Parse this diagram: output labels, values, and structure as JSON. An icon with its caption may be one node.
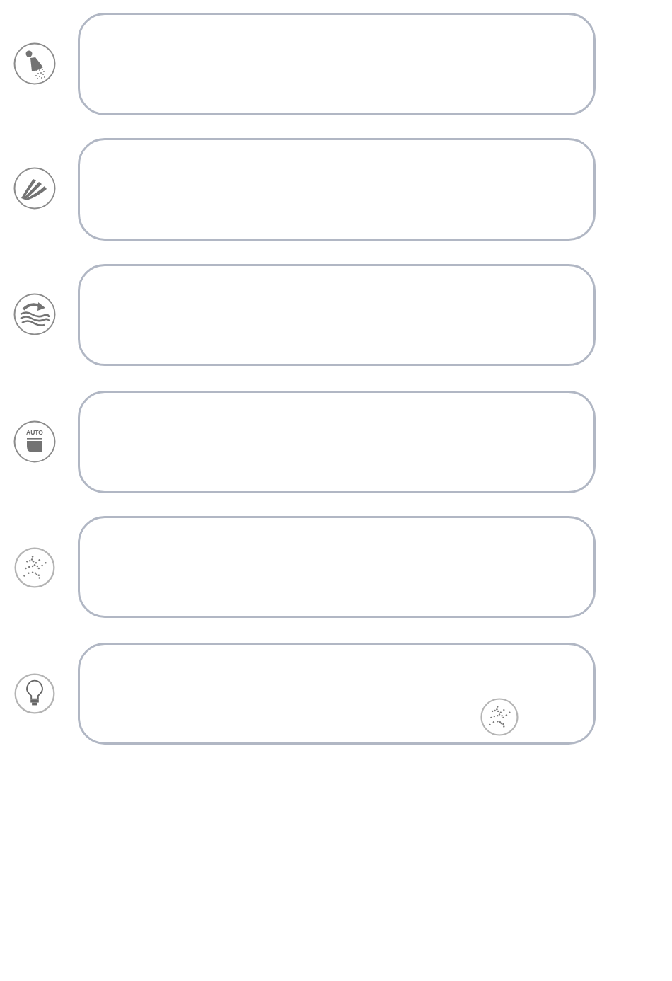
{
  "diagram": {
    "nodes": [
      {
        "text": [],
        "shape": "box"
      },
      {
        "text": [],
        "shape": "box"
      },
      {
        "text": [],
        "shape": "box"
      },
      {
        "text": [],
        "shape": "box"
      },
      {
        "text": [],
        "shape": "box"
      },
      {
        "text": [],
        "shape": "box"
      }
    ],
    "labels": [
      "AUTO"
    ]
  }
}
